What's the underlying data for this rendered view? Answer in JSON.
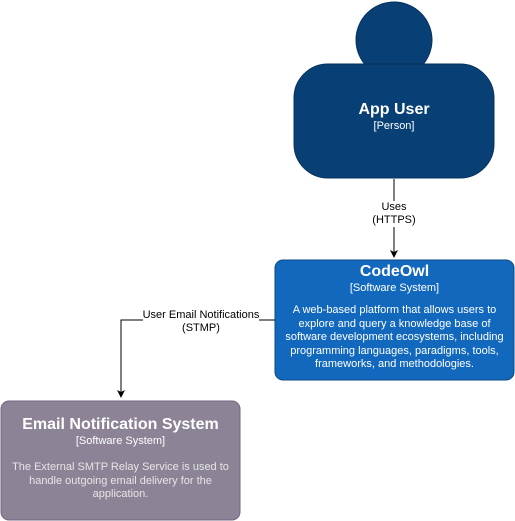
{
  "colors": {
    "person": "#083F75",
    "person_stroke": "#06315C",
    "system": "#1168BD",
    "system_stroke": "#0B4884",
    "external": "#8C8496",
    "external_stroke": "#736782",
    "external_text": "#e6e6e6",
    "edge": "#000000"
  },
  "nodes": {
    "app_user": {
      "name": "App User",
      "type": "[Person]"
    },
    "codeowl": {
      "name": "CodeOwl",
      "type": "[Software System]",
      "description": "A web-based platform that allows users to explore and query a knowledge base of software development ecosystems, including programming languages, paradigms, tools, frameworks, and methodologies."
    },
    "email_system": {
      "name": "Email Notification System",
      "type": "[Software System]",
      "description": "The External SMTP Relay Service is used to handle outgoing email delivery for the application."
    }
  },
  "edges": {
    "uses": {
      "line1": "Uses",
      "line2": "(HTTPS)"
    },
    "notifications": {
      "line1": "User Email Notifications",
      "line2": "(STMP)"
    }
  }
}
